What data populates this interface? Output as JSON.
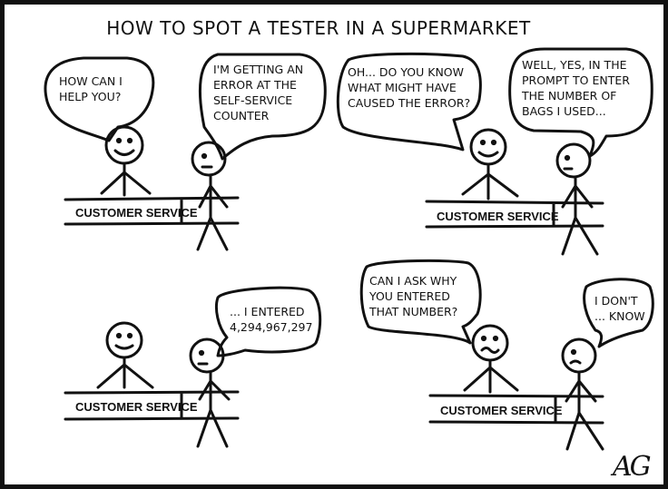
{
  "comic": {
    "title": "HOW TO SPOT A TESTER IN A SUPERMARKET",
    "desk_label": "CUSTOMER SERVICE",
    "signature": "AG",
    "panels": [
      {
        "clerk_lines": [
          "HOW CAN I",
          "HELP YOU?"
        ],
        "customer_lines": [
          "I'M GETTING AN",
          "ERROR AT THE",
          "SELF-SERVICE",
          "COUNTER"
        ]
      },
      {
        "clerk_lines": [
          "OH... DO YOU KNOW",
          "WHAT MIGHT HAVE",
          "CAUSED THE ERROR?"
        ],
        "customer_lines": [
          "WELL, YES, IN THE",
          "PROMPT TO ENTER",
          "THE NUMBER OF",
          "BAGS I USED..."
        ]
      },
      {
        "customer_lines": [
          "... I ENTERED",
          "4,294,967,297"
        ]
      },
      {
        "clerk_lines": [
          "CAN I ASK  WHY",
          "YOU ENTERED",
          "THAT NUMBER?"
        ],
        "customer_lines": [
          "I DON'T",
          "... KNOW"
        ]
      }
    ]
  }
}
